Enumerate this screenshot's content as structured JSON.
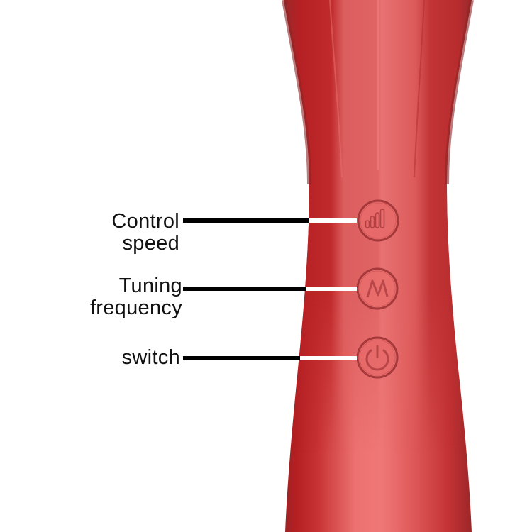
{
  "product": {
    "name": "red handheld device handle",
    "body_color": "#d63a3c",
    "highlight_color": "#f07a78",
    "shadow_color": "#a81e20"
  },
  "callouts": [
    {
      "id": "speed",
      "lines": [
        "Control",
        "speed"
      ],
      "icon": "signal-bars-icon"
    },
    {
      "id": "frequency",
      "lines": [
        "Tuning",
        "frequency"
      ],
      "icon": "wave-icon"
    },
    {
      "id": "switch",
      "lines": [
        "switch"
      ],
      "icon": "power-icon"
    }
  ],
  "colors": {
    "text": "#111111",
    "leader_line": "#000000",
    "button_ring": "#9e3436"
  }
}
